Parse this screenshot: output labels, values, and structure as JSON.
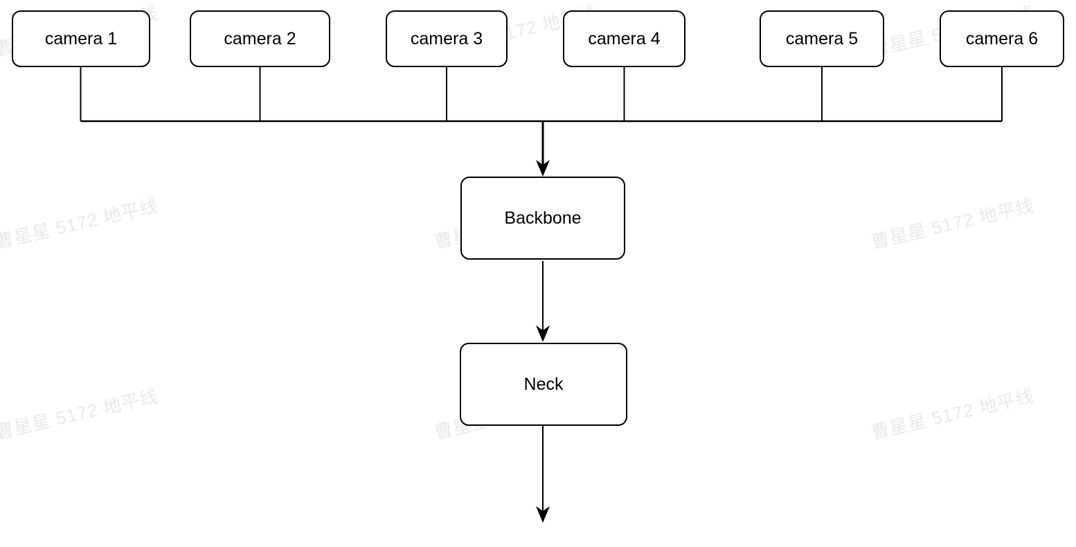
{
  "diagram": {
    "type": "flowchart",
    "nodes": [
      {
        "id": "camera-1",
        "label": "camera 1"
      },
      {
        "id": "camera-2",
        "label": "camera 2"
      },
      {
        "id": "camera-3",
        "label": "camera 3"
      },
      {
        "id": "camera-4",
        "label": "camera 4"
      },
      {
        "id": "camera-5",
        "label": "camera 5"
      },
      {
        "id": "camera-6",
        "label": "camera 6"
      },
      {
        "id": "backbone",
        "label": "Backbone"
      },
      {
        "id": "neck",
        "label": "Neck"
      }
    ],
    "edges": [
      {
        "from": "camera 1",
        "to": "shared-bus",
        "style": "plain-line"
      },
      {
        "from": "camera 2",
        "to": "shared-bus",
        "style": "plain-line"
      },
      {
        "from": "camera 3",
        "to": "shared-bus",
        "style": "plain-line"
      },
      {
        "from": "camera 4",
        "to": "shared-bus",
        "style": "plain-line"
      },
      {
        "from": "camera 5",
        "to": "shared-bus",
        "style": "plain-line"
      },
      {
        "from": "camera 6",
        "to": "shared-bus",
        "style": "plain-line"
      },
      {
        "from": "shared-bus",
        "to": "Backbone",
        "style": "arrow"
      },
      {
        "from": "Backbone",
        "to": "Neck",
        "style": "arrow"
      },
      {
        "from": "Neck",
        "to": "output",
        "style": "arrow"
      }
    ],
    "colors": {
      "background": "#ffffff",
      "node_fill": "#ffffff",
      "node_border": "#000000",
      "line": "#000000",
      "text": "#000000",
      "watermark": "#e9e9e9"
    },
    "watermark": {
      "text": "曹星星 5172 地平线"
    }
  }
}
